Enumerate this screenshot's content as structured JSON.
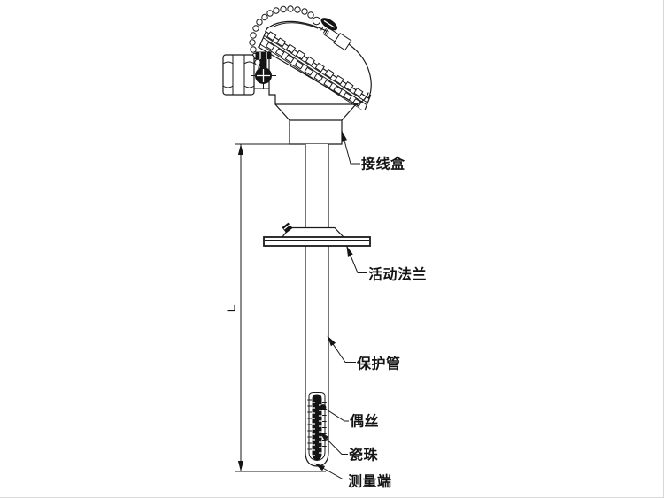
{
  "diagram": {
    "type": "technical-drawing",
    "subject": "assembly thermocouple with junction box, movable flange and protection tube",
    "labels": {
      "junction_box": "接线盒",
      "flange": "活动法兰",
      "protection_tube": "保护管",
      "thermocouple_wire": "偶丝",
      "ceramic_bead": "瓷珠",
      "measuring_end": "测量端",
      "length_dimension": "L"
    },
    "colors": {
      "line": "#1a1a1a",
      "background": "#ffffff",
      "fill_dark": "#141414"
    }
  }
}
